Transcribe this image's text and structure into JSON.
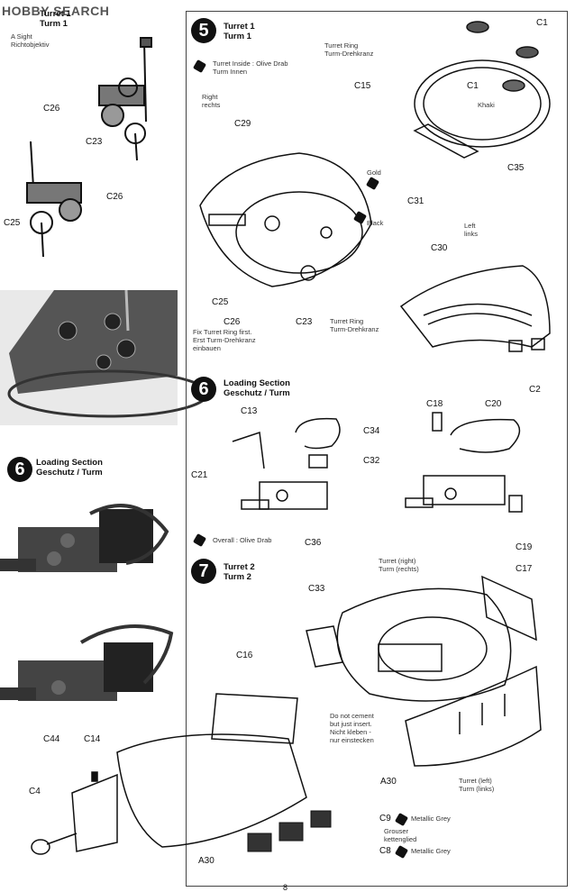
{
  "logo": "HOBBY SEARCH",
  "left": {
    "turret_header": "Turret 1",
    "turret_header_sub": "Turm 1",
    "sight_en": "A Sight",
    "sight_de": "Richtobjektiv",
    "labels": {
      "c26a": "C26",
      "c23": "C23",
      "c26b": "C26",
      "c25": "C25"
    },
    "step6_num": "6",
    "step6_title": "Loading Section",
    "step6_sub": "Geschutz / Turm"
  },
  "step5": {
    "num": "5",
    "title": "Turret 1",
    "subtitle": "Turm 1",
    "paint_inside_en": "Turret Inside : Olive Drab",
    "paint_inside_de": "Turm Innen",
    "ring_en": "Turret Ring",
    "ring_de": "Turm-Drehkranz",
    "right_en": "Right",
    "right_de": "rechts",
    "left_en": "Left",
    "left_de": "links",
    "gold": "Gold",
    "black": "Black",
    "khaki": "Khaki",
    "fix_en": "Fix Turret Ring first.",
    "fix_de1": "Erst Turm-Drehkranz",
    "fix_de2": "einbauen",
    "ring2_en": "Turret Ring",
    "ring2_de": "Turm-Drehkranz",
    "labels": {
      "c1a": "C1",
      "c1b": "C1",
      "c15": "C15",
      "c35": "C35",
      "c29": "C29",
      "c31": "C31",
      "c30": "C30",
      "c25": "C25",
      "c26": "C26",
      "c23": "C23",
      "c2": "C2"
    }
  },
  "step6": {
    "num": "6",
    "title": "Loading Section",
    "subtitle": "Geschutz / Turm",
    "overall": "Overall : Olive Drab",
    "labels": {
      "c13": "C13",
      "c34": "C34",
      "c21": "C21",
      "c32": "C32",
      "c36": "C36",
      "c18": "C18",
      "c20": "C20",
      "c19": "C19"
    }
  },
  "step7": {
    "num": "7",
    "title": "Turret 2",
    "subtitle": "Turm 2",
    "turret_right_en": "Turret (right)",
    "turret_right_de": "Turm (rechts)",
    "turret_left_en": "Turret (left)",
    "turret_left_de": "Turm (links)",
    "note1": "Do not cement",
    "note2": "but just insert.",
    "note3": "Nicht kleben -",
    "note4": "nur einstecken",
    "grouser_en": "Grouser",
    "grouser_de": "kettenglied",
    "metallic_grey": "Metallic Grey",
    "labels": {
      "c17": "C17",
      "c33": "C33",
      "c16": "C16",
      "c44": "C44",
      "c14": "C14",
      "c4": "C4",
      "a30a": "A30",
      "a30b": "A30",
      "c9": "C9",
      "c8": "C8"
    }
  },
  "page_number": "8"
}
